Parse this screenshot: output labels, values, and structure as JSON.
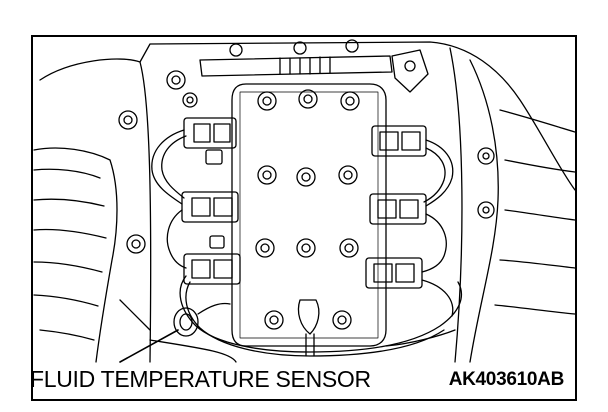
{
  "diagram": {
    "callout_label": "FLUID TEMPERATURE SENSOR",
    "figure_code": "AK403610AB",
    "subject": "transmission valve body with solenoid connectors and fluid temperature sensor"
  },
  "colors": {
    "ink": "#000000",
    "paper": "#ffffff"
  }
}
